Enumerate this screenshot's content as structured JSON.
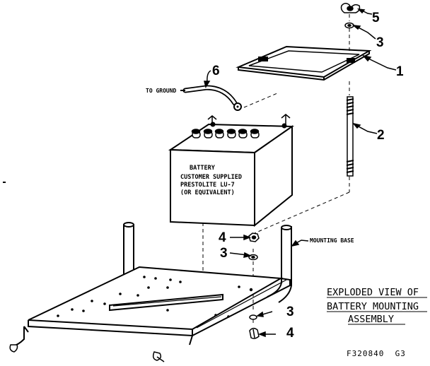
{
  "callouts": {
    "c1": "1",
    "c2": "2",
    "c3_top": "3",
    "c3_mid": "3",
    "c3_low": "3",
    "c4_mid": "4",
    "c4_low": "4",
    "c5": "5",
    "c6": "6"
  },
  "labels": {
    "to_ground": "TO GROUND",
    "mounting_base": "MOUNTING BASE",
    "battery_line1": "BATTERY",
    "battery_line2": "CUSTOMER SUPPLIED",
    "battery_line3": "PRESTOLITE LU-7",
    "battery_line4": "(OR EQUIVALENT)"
  },
  "title": {
    "line1": "EXPLODED VIEW OF",
    "line2": "BATTERY MOUNTING",
    "line3": "ASSEMBLY"
  },
  "figure_code": "F320840  G3"
}
